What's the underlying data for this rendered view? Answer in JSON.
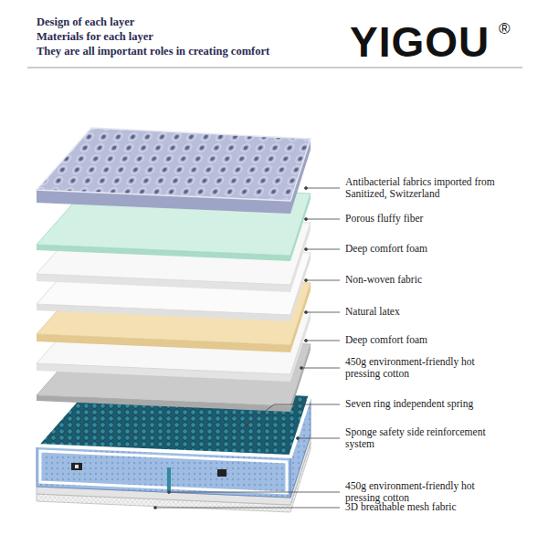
{
  "diagram": {
    "labels": [
      "Design of each layer",
      "Materials for each layer",
      "They are all important roles in creating comfort",
      "YIGOU",
      "®",
      "Antibacterial fabrics imported from Sanitized, Switzerland",
      "Porous fluffy fiber",
      "Deep comfort foam",
      "Non-woven fabric",
      "Natural latex",
      "Deep comfort foam",
      "450g environment-friendly hot pressing cotton",
      "Seven ring independent spring",
      "Sponge safety side reinforcement system",
      "450g environment-friendly hot pressing cotton",
      "3D breathable mesh fabric"
    ]
  }
}
